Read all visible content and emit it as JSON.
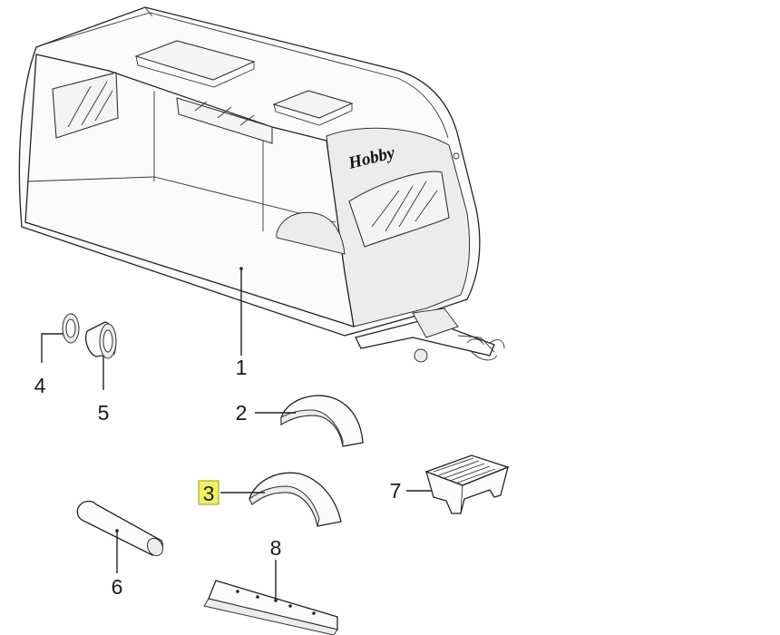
{
  "brand_text": "Hobby",
  "colors": {
    "highlight": "#f2f25a",
    "highlight_border": "#9a9a2a",
    "line": "#222222"
  },
  "callouts": [
    {
      "id": "1",
      "label": "1",
      "part": "caravan-body",
      "highlighted": false
    },
    {
      "id": "2",
      "label": "2",
      "part": "front-mudguard",
      "highlighted": false
    },
    {
      "id": "3",
      "label": "3",
      "part": "rear-mudguard",
      "highlighted": true
    },
    {
      "id": "4",
      "label": "4",
      "part": "grommet-small",
      "highlighted": false
    },
    {
      "id": "5",
      "label": "5",
      "part": "sleeve-bushing",
      "highlighted": false
    },
    {
      "id": "6",
      "label": "6",
      "part": "tube",
      "highlighted": false
    },
    {
      "id": "7",
      "label": "7",
      "part": "step-stool",
      "highlighted": false
    },
    {
      "id": "8",
      "label": "8",
      "part": "mounting-bracket",
      "highlighted": false
    }
  ]
}
